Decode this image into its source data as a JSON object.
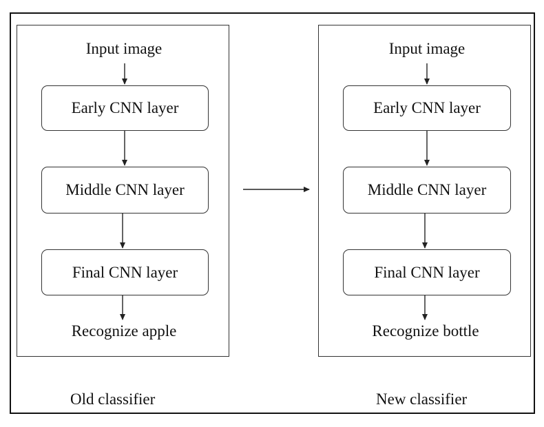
{
  "left_column": {
    "input": "Input image",
    "early": "Early CNN layer",
    "middle": "Middle CNN layer",
    "final": "Final CNN layer",
    "output": "Recognize apple",
    "caption": "Old classifier"
  },
  "right_column": {
    "input": "Input image",
    "early": "Early CNN layer",
    "middle": "Middle CNN layer",
    "final": "Final CNN layer",
    "output": "Recognize bottle",
    "caption": "New classifier"
  },
  "colors": {
    "stroke": "#333333",
    "text": "#111111",
    "background": "#ffffff"
  }
}
